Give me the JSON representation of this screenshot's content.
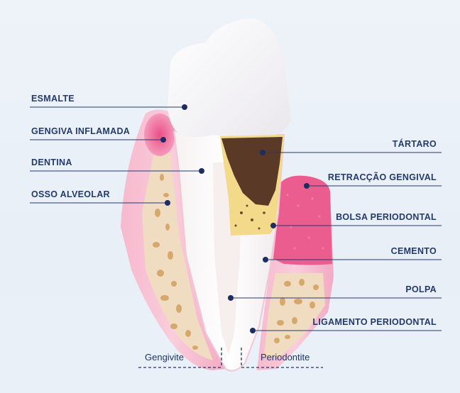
{
  "labels": {
    "left": [
      {
        "id": "esmalte",
        "text": "ESMALTE"
      },
      {
        "id": "gengiva_inflamada",
        "text": "GENGIVA INFLAMADA"
      },
      {
        "id": "dentina",
        "text": "DENTINA"
      },
      {
        "id": "osso_alveolar",
        "text": "OSSO ALVEOLAR"
      }
    ],
    "right": [
      {
        "id": "tartaro",
        "text": "TÁRTARO"
      },
      {
        "id": "retraccao_gengival",
        "text": "RETRACÇÃO GENGIVAL"
      },
      {
        "id": "bolsa_periodontal",
        "text": "BOLSA PERIODONTAL"
      },
      {
        "id": "cemento",
        "text": "CEMENTO"
      },
      {
        "id": "polpa",
        "text": "POLPA"
      },
      {
        "id": "ligamento_periodontal",
        "text": "LIGAMENTO PERIODONTAL"
      }
    ]
  },
  "captions": {
    "left": "Gengivite",
    "right": "Periodontite"
  },
  "colors": {
    "line": "#233a6b",
    "dot": "#1b2d63",
    "gum_pink": "#f2a6bf",
    "gum_inflamed": "#ec5d8f",
    "tartar_yellow": "#f3d98a",
    "tartar_brown": "#5a3a26",
    "bone": "#f0dcc0"
  }
}
